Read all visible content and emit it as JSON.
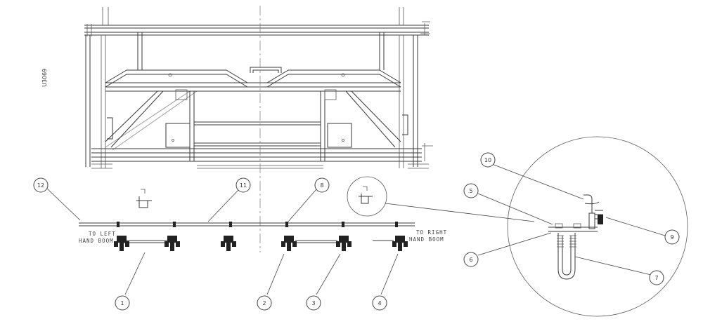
{
  "drawing": {
    "id_code": "U3069",
    "note_left_line1": "TO LEFT",
    "note_left_line2": "HAND BOOM",
    "note_right_line1": "TO RIGHT",
    "note_right_line2": "HAND BOOM"
  },
  "callouts": [
    "1",
    "2",
    "3",
    "4",
    "5",
    "6",
    "7",
    "8",
    "9",
    "10",
    "11",
    "12"
  ]
}
